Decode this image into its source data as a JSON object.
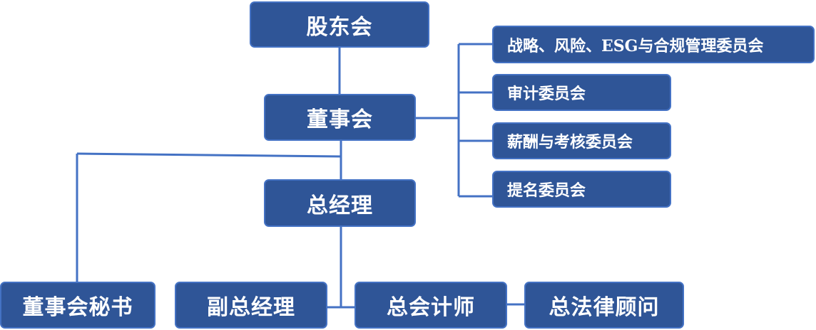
{
  "org_chart": {
    "shareholders": "股东会",
    "board": "董事会",
    "committees": [
      "战略、风险、ESG与合规管理委员会",
      "审计委员会",
      "薪酬与考核委员会",
      "提名委员会"
    ],
    "general_manager": "总经理",
    "board_secretary": "董事会秘书",
    "deputy_gm": "副总经理",
    "chief_accountant": "总会计师",
    "general_counsel": "总法律顾问"
  },
  "colors": {
    "box_fill": "#2f5597",
    "box_border": "#4472c4",
    "connector": "#4472c4",
    "text": "#ffffff"
  }
}
